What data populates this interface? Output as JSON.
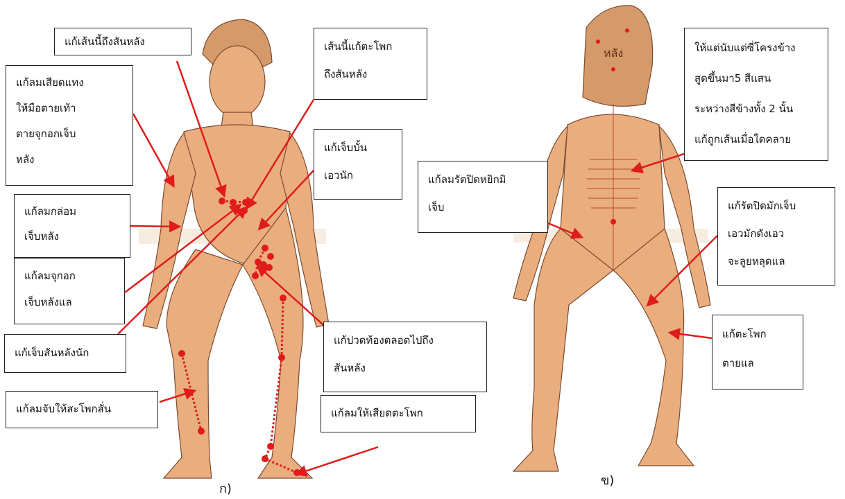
{
  "figure_a": {
    "caption": "ก)",
    "callouts": [
      {
        "lines": [
          "แก้เส้นนี้ถึงสันหลัง"
        ]
      },
      {
        "lines": [
          "แก้ลมเสียดแทง",
          "ให้มือตายเท้า",
          "ตายจุกอกเจ็บ",
          "หลัง"
        ]
      },
      {
        "lines": [
          "เส้นนี้แก้ตะโพก",
          "ถึงสันหลัง"
        ]
      },
      {
        "lines": [
          "แก้เจ็บบั้น",
          "เอวนัก"
        ]
      },
      {
        "lines": [
          "แก้ลมกล่อม",
          "เจ็บหลัง"
        ]
      },
      {
        "lines": [
          "แก้ลมจุกอก",
          "เจ็บหลังแล"
        ]
      },
      {
        "lines": [
          "แก้เจ็บสันหลังนัก"
        ]
      },
      {
        "lines": [
          "แก้ปวดท้องตลอดไปถึง",
          "สันหลัง"
        ]
      },
      {
        "lines": [
          "แก้ลมจับให้สะโพกสั่น"
        ]
      },
      {
        "lines": [
          "แก้ลมให้เสียดตะโพก"
        ]
      }
    ]
  },
  "figure_b": {
    "caption": "ข)",
    "back_script": "หลัง",
    "callouts": [
      {
        "lines": [
          "ให้แต่นับแต่ซี่โครงข้าง",
          "สูดขึ้นมา5 สีแสน",
          "ระหว่างสีข้างทั้ง 2 นั้น",
          "แก้ถูกเส้นเมื่อใดคลาย"
        ]
      },
      {
        "lines": [
          "แก้ลมรัตปิดหยิกมิ",
          "เจ็บ"
        ]
      },
      {
        "lines": [
          "แก้รัตปิดมักเจ็บ",
          "เอวมักดังเอว",
          "จะลูยหลุดแล"
        ]
      },
      {
        "lines": [
          "แก้ตะโพก",
          "ตายแล"
        ]
      }
    ]
  },
  "colors": {
    "arrow": "#e01b1b",
    "skin": "#e9ad7e",
    "outline": "#7a4a2e",
    "paper": "#f3e4d3"
  }
}
